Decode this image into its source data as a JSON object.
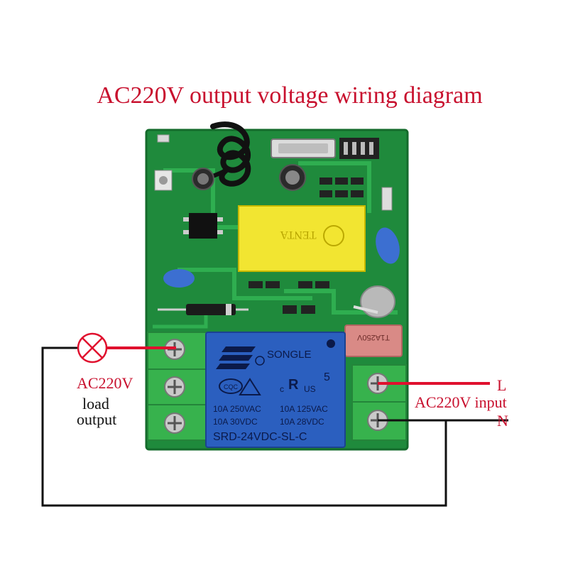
{
  "title": "AC220V output voltage wiring diagram",
  "load": {
    "line1": "AC220V",
    "line2": "load",
    "line3": "output"
  },
  "input": {
    "label": "AC220V input",
    "live": "L",
    "neutral": "N"
  },
  "relay": {
    "brand": "SONGLE",
    "cert1": "CQC",
    "cert2": "c",
    "cert3": "US",
    "num": "5",
    "spec1a": "10A 250VAC",
    "spec1b": "10A 125VAC",
    "spec2a": "10A 30VDC",
    "spec2b": "10A 28VDC",
    "model": "SRD-24VDC-SL-C"
  },
  "capacitor": {
    "brand": "TENTA"
  },
  "fuse": {
    "text": "T1A250V"
  },
  "colors": {
    "title": "#c8102e",
    "pcb": "#1f8a3c",
    "relay": "#2b5fbf",
    "terminal": "#37b24d",
    "capacitor": "#f2e531",
    "wire_live": "#e0102e",
    "wire_neutral": "#111111"
  },
  "icons": {
    "lamp": "lamp-icon",
    "screw": "screw-icon",
    "antenna": "antenna-coil-icon"
  }
}
